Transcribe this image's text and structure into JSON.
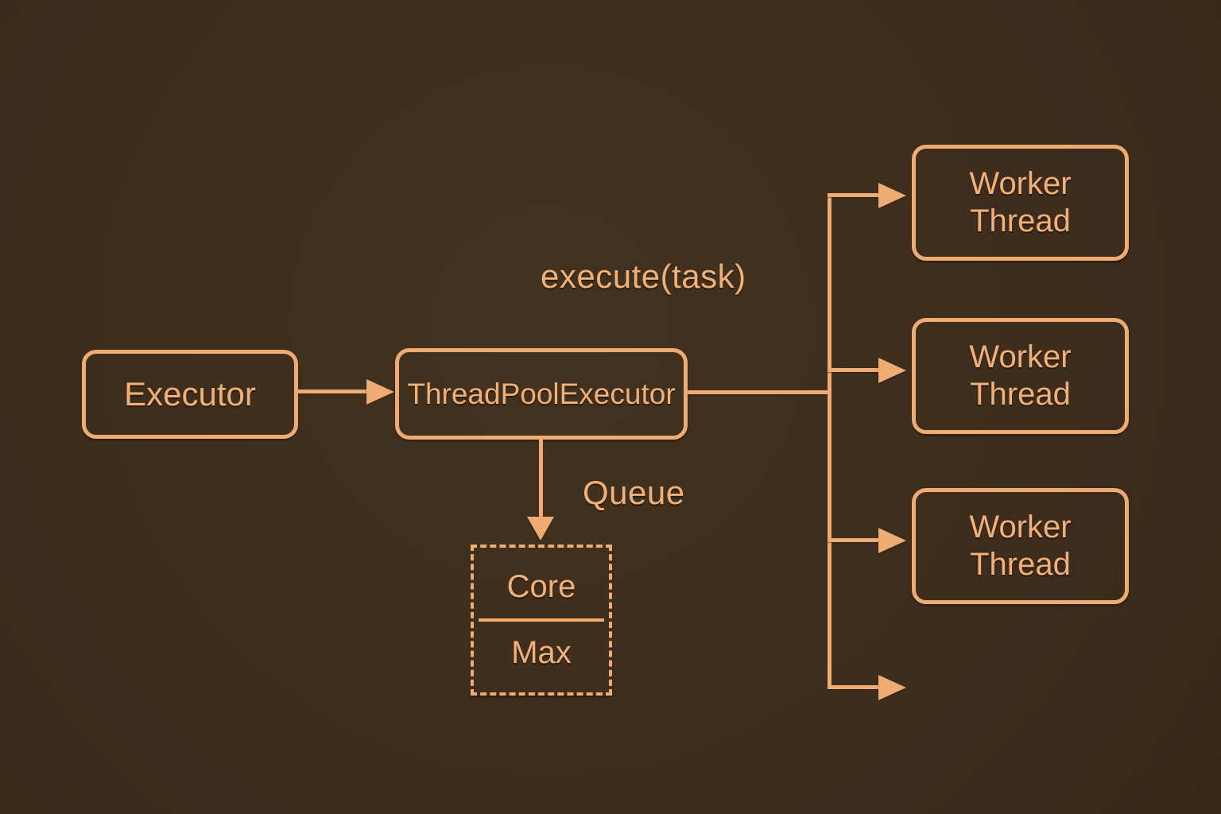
{
  "colors": {
    "background": "#3e2d1e",
    "accent": "#eeab72",
    "text": "#f1b078"
  },
  "diagram": {
    "nodes": {
      "executor": {
        "label": "Executor"
      },
      "thread_pool_executor": {
        "label": "ThreadPoolExecutor"
      },
      "workers": [
        {
          "label": "Worker\nThread"
        },
        {
          "label": "Worker\nThread"
        },
        {
          "label": "Worker\nThread"
        }
      ],
      "pool_sizes": {
        "top": "Core",
        "bottom": "Max"
      }
    },
    "edge_labels": {
      "execute": "execute(task)",
      "queue": "Queue"
    }
  }
}
